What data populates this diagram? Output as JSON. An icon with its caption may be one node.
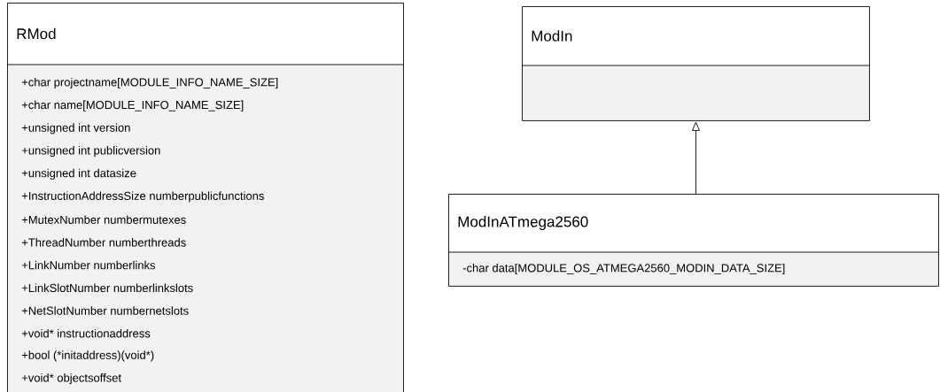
{
  "diagram": {
    "nodes": [
      {
        "text": [
          "RMod",
          "+char projectname[MODULE_INFO_NAME_SIZE]",
          "+char name[MODULE_INFO_NAME_SIZE]",
          "+unsigned int version",
          "+unsigned int publicversion",
          "+unsigned int datasize",
          "+InstructionAddressSize numberpublicfunctions",
          "+MutexNumber numbermutexes",
          "+ThreadNumber numberthreads",
          "+LinkNumber numberlinks",
          "+LinkSlotNumber numberlinkslots",
          "+NetSlotNumber numbernetslots",
          "+void* instructionaddress",
          "+bool (*initaddress)(void*)",
          "+void* objectsoffset"
        ]
      },
      {
        "text": [
          "ModIn"
        ]
      },
      {
        "text": [
          "ModInATmega2560",
          "-char data[MODULE_OS_ATMEGA2560_MODIN_DATA_SIZE]"
        ]
      }
    ],
    "edges": [
      {
        "from": 2,
        "to": 1,
        "arrow": "to"
      }
    ]
  }
}
